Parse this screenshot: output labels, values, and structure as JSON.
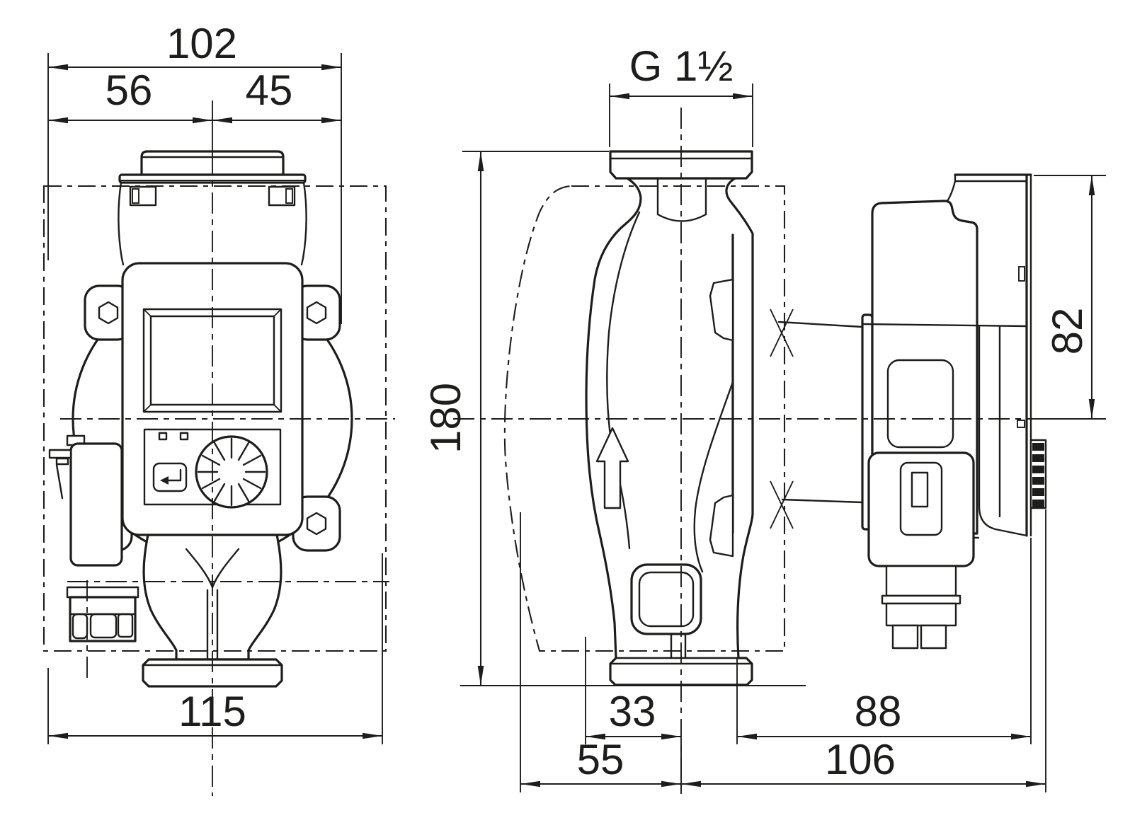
{
  "drawing": {
    "type": "technical dimensional drawing",
    "subject": "glandless circulation pump with control module, front and side orthographic views",
    "background": "#ffffff",
    "line_color": "#1d1d1b"
  },
  "dims": {
    "total_width": "102",
    "width_left_of_center": "56",
    "width_right_of_center": "45",
    "insulation_width": "115",
    "thread_size": "G 1½",
    "port_to_port_height": "180",
    "head_height_above_axis": "82",
    "casing_front_to_axis": "33",
    "shell_front_to_axis": "55",
    "flange_face_to_module_back": "88",
    "axis_to_module_back": "106"
  },
  "icons": {
    "flow_arrow": "flow-direction-arrow",
    "return_button": "return-arrow-button",
    "knob": "setting-knob-dial",
    "leds": "status-led-pair",
    "bolt_holes": "hex-bolt-hole"
  }
}
